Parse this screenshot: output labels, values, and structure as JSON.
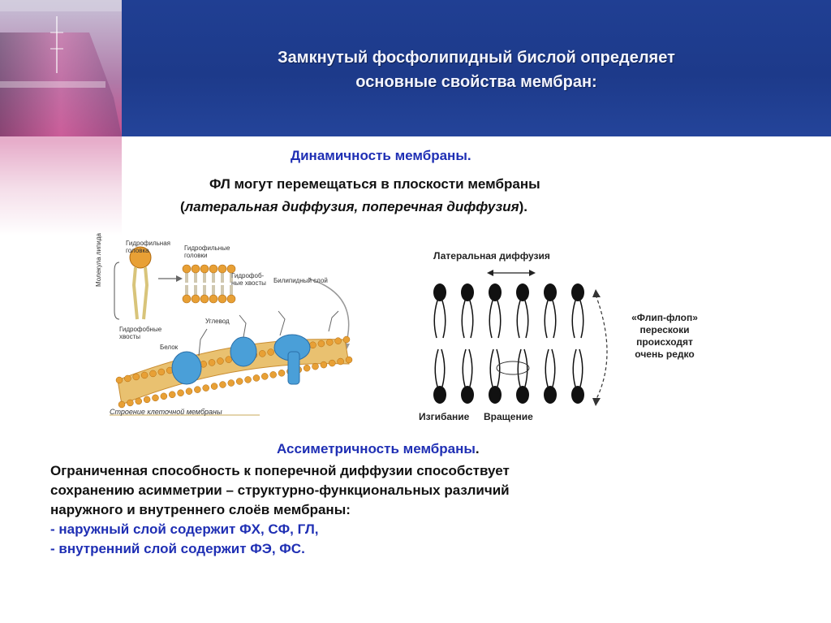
{
  "slide": {
    "title_line1": "Замкнутый фосфолипидный бислой определяет",
    "title_line2": "основные свойства мембран:",
    "dynamics_heading": "Динамичность мембраны.",
    "dynamics_line1": "ФЛ могут перемещаться в  плоскости мембраны",
    "dynamics_line2_open": "(",
    "dynamics_line2_italic": "латеральная диффузия, поперечная диффузия",
    "dynamics_line2_close": ").",
    "asym_heading": "Ассиметричность мембраны",
    "asym_heading_dot": ".",
    "asym_line1": "Ограниченная способность к поперечной диффузии способствует",
    "asym_line2": "сохранению асимметрии – структурно-функциональных различий",
    "asym_line3": "наружного и внутреннего слоёв  мембраны:",
    "asym_item1": "- наружный слой содержит ФХ, СФ, ГЛ,",
    "asym_item2": "- внутренний слой содержит ФЭ, ФС."
  },
  "figure_left": {
    "hydrophilic_head": "Гидрофильная головка",
    "hydrophilic_heads": "Гидрофильные головки",
    "lipid_molecule": "Молекула липида",
    "hydrophobic_tails_right": "Гидрофоб- ные хвосты",
    "bilipid_layer": "Билипидный слой",
    "hydrophobic_tails_left": "Гидрофобные хвосты",
    "carbohydrate": "Углевод",
    "protein": "Белок",
    "caption": "Строение клеточной мембраны"
  },
  "figure_right": {
    "lateral_diffusion": "Латеральная диффузия",
    "flipflop_1": "«Флип-флоп»",
    "flipflop_2": "перескоки",
    "flipflop_3": "происходят",
    "flipflop_4": "очень редко",
    "bending": "Изгибание",
    "rotation": "Вращение"
  },
  "colors": {
    "banner": "#1f3d8f",
    "heading_blue": "#1f2fb4",
    "lipid_head": "#e8a035",
    "protein": "#4a9fd8"
  }
}
